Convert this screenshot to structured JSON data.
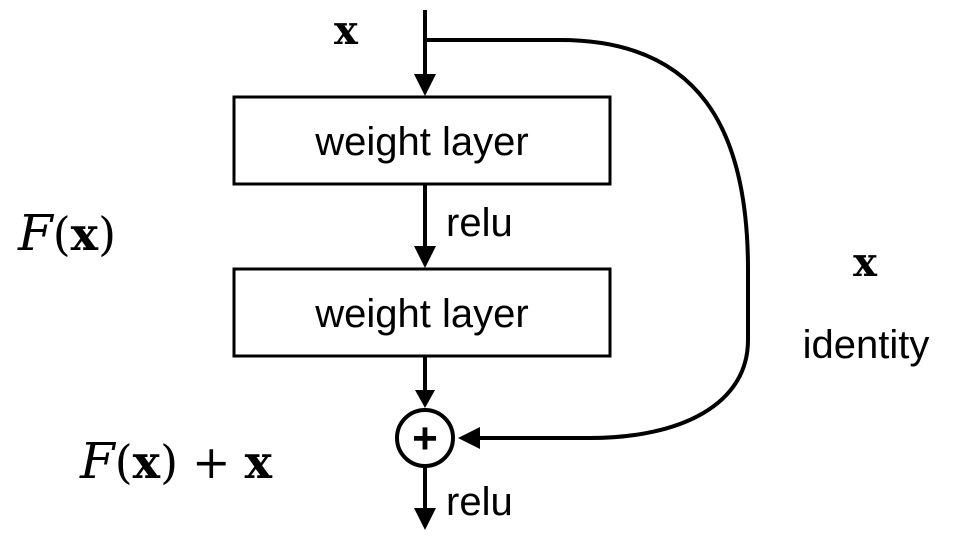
{
  "diagram": {
    "input_label": "x",
    "layer1_label": "weight layer",
    "relu1_label": "relu",
    "layer2_label": "weight layer",
    "residual_func_label": {
      "script": "F",
      "open": "(",
      "var": "x",
      "close": ")"
    },
    "sum_label": {
      "script": "F",
      "open": "(",
      "var": "x",
      "close": ")",
      "plus": "+",
      "var2": "x"
    },
    "add_symbol": "+",
    "relu2_label": "relu",
    "identity_var": "x",
    "identity_label": "identity"
  }
}
